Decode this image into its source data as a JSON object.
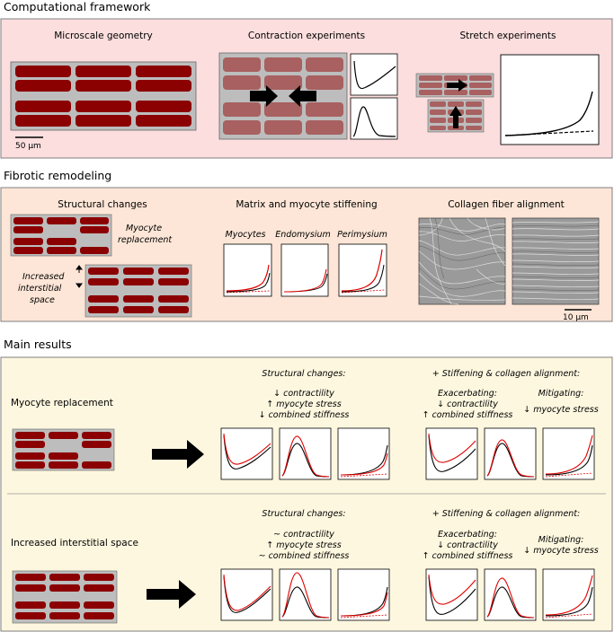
{
  "sections": {
    "framework": {
      "heading": "Computational framework",
      "microscale_title": "Microscale geometry",
      "contraction_title": "Contraction experiments",
      "stretch_title": "Stretch experiments",
      "scale_label": "50 µm"
    },
    "fibrotic": {
      "heading": "Fibrotic remodeling",
      "structural_title": "Structural changes",
      "myocyte_replacement_l1": "Myocyte",
      "myocyte_replacement_l2": "replacement",
      "interstitial_l1": "Increased",
      "interstitial_l2": "interstitial",
      "interstitial_l3": "space",
      "stiffening_title": "Matrix and myocyte stiffening",
      "myocytes_label": "Myocytes",
      "endomysium_label": "Endomysium",
      "perimysium_label": "Perimysium",
      "collagen_title": "Collagen fiber alignment",
      "scale_label": "10 µm"
    },
    "results": {
      "heading": "Main results",
      "row1": {
        "label": "Myocyte replacement",
        "structural_head": "Structural changes:",
        "structural_lines": [
          "↓ contractility",
          "↑ myocyte stress",
          "↓ combined stiffness"
        ],
        "stiff_head": "+ Stiffening & collagen alignment:",
        "exac_head": "Exacerbating:",
        "exac_lines": [
          "↓ contractility",
          "↑ combined stiffness"
        ],
        "mitig_head": "Mitigating:",
        "mitig_lines": [
          "↓ myocyte stress"
        ]
      },
      "row2": {
        "label": "Increased interstitial space",
        "structural_head": "Structural changes:",
        "structural_lines": [
          "~ contractility",
          "↑ myocyte stress",
          "~ combined stiffness"
        ],
        "stiff_head": "+ Stiffening & collagen alignment:",
        "exac_head": "Exacerbating:",
        "exac_lines": [
          "↓ contractility",
          "↑ combined stiffness"
        ],
        "mitig_head": "Mitigating:",
        "mitig_lines": [
          "↓ myocyte stress"
        ]
      }
    }
  },
  "colors": {
    "framework_bg": "#fcdede",
    "fibrotic_bg": "#fde6d7",
    "results_bg": "#fdf7df",
    "myocyte": "#8b0000",
    "myocyte_faded": "#a86060",
    "matrix": "#bdbdbd",
    "curve_black": "#000000",
    "curve_red": "#e00000"
  }
}
